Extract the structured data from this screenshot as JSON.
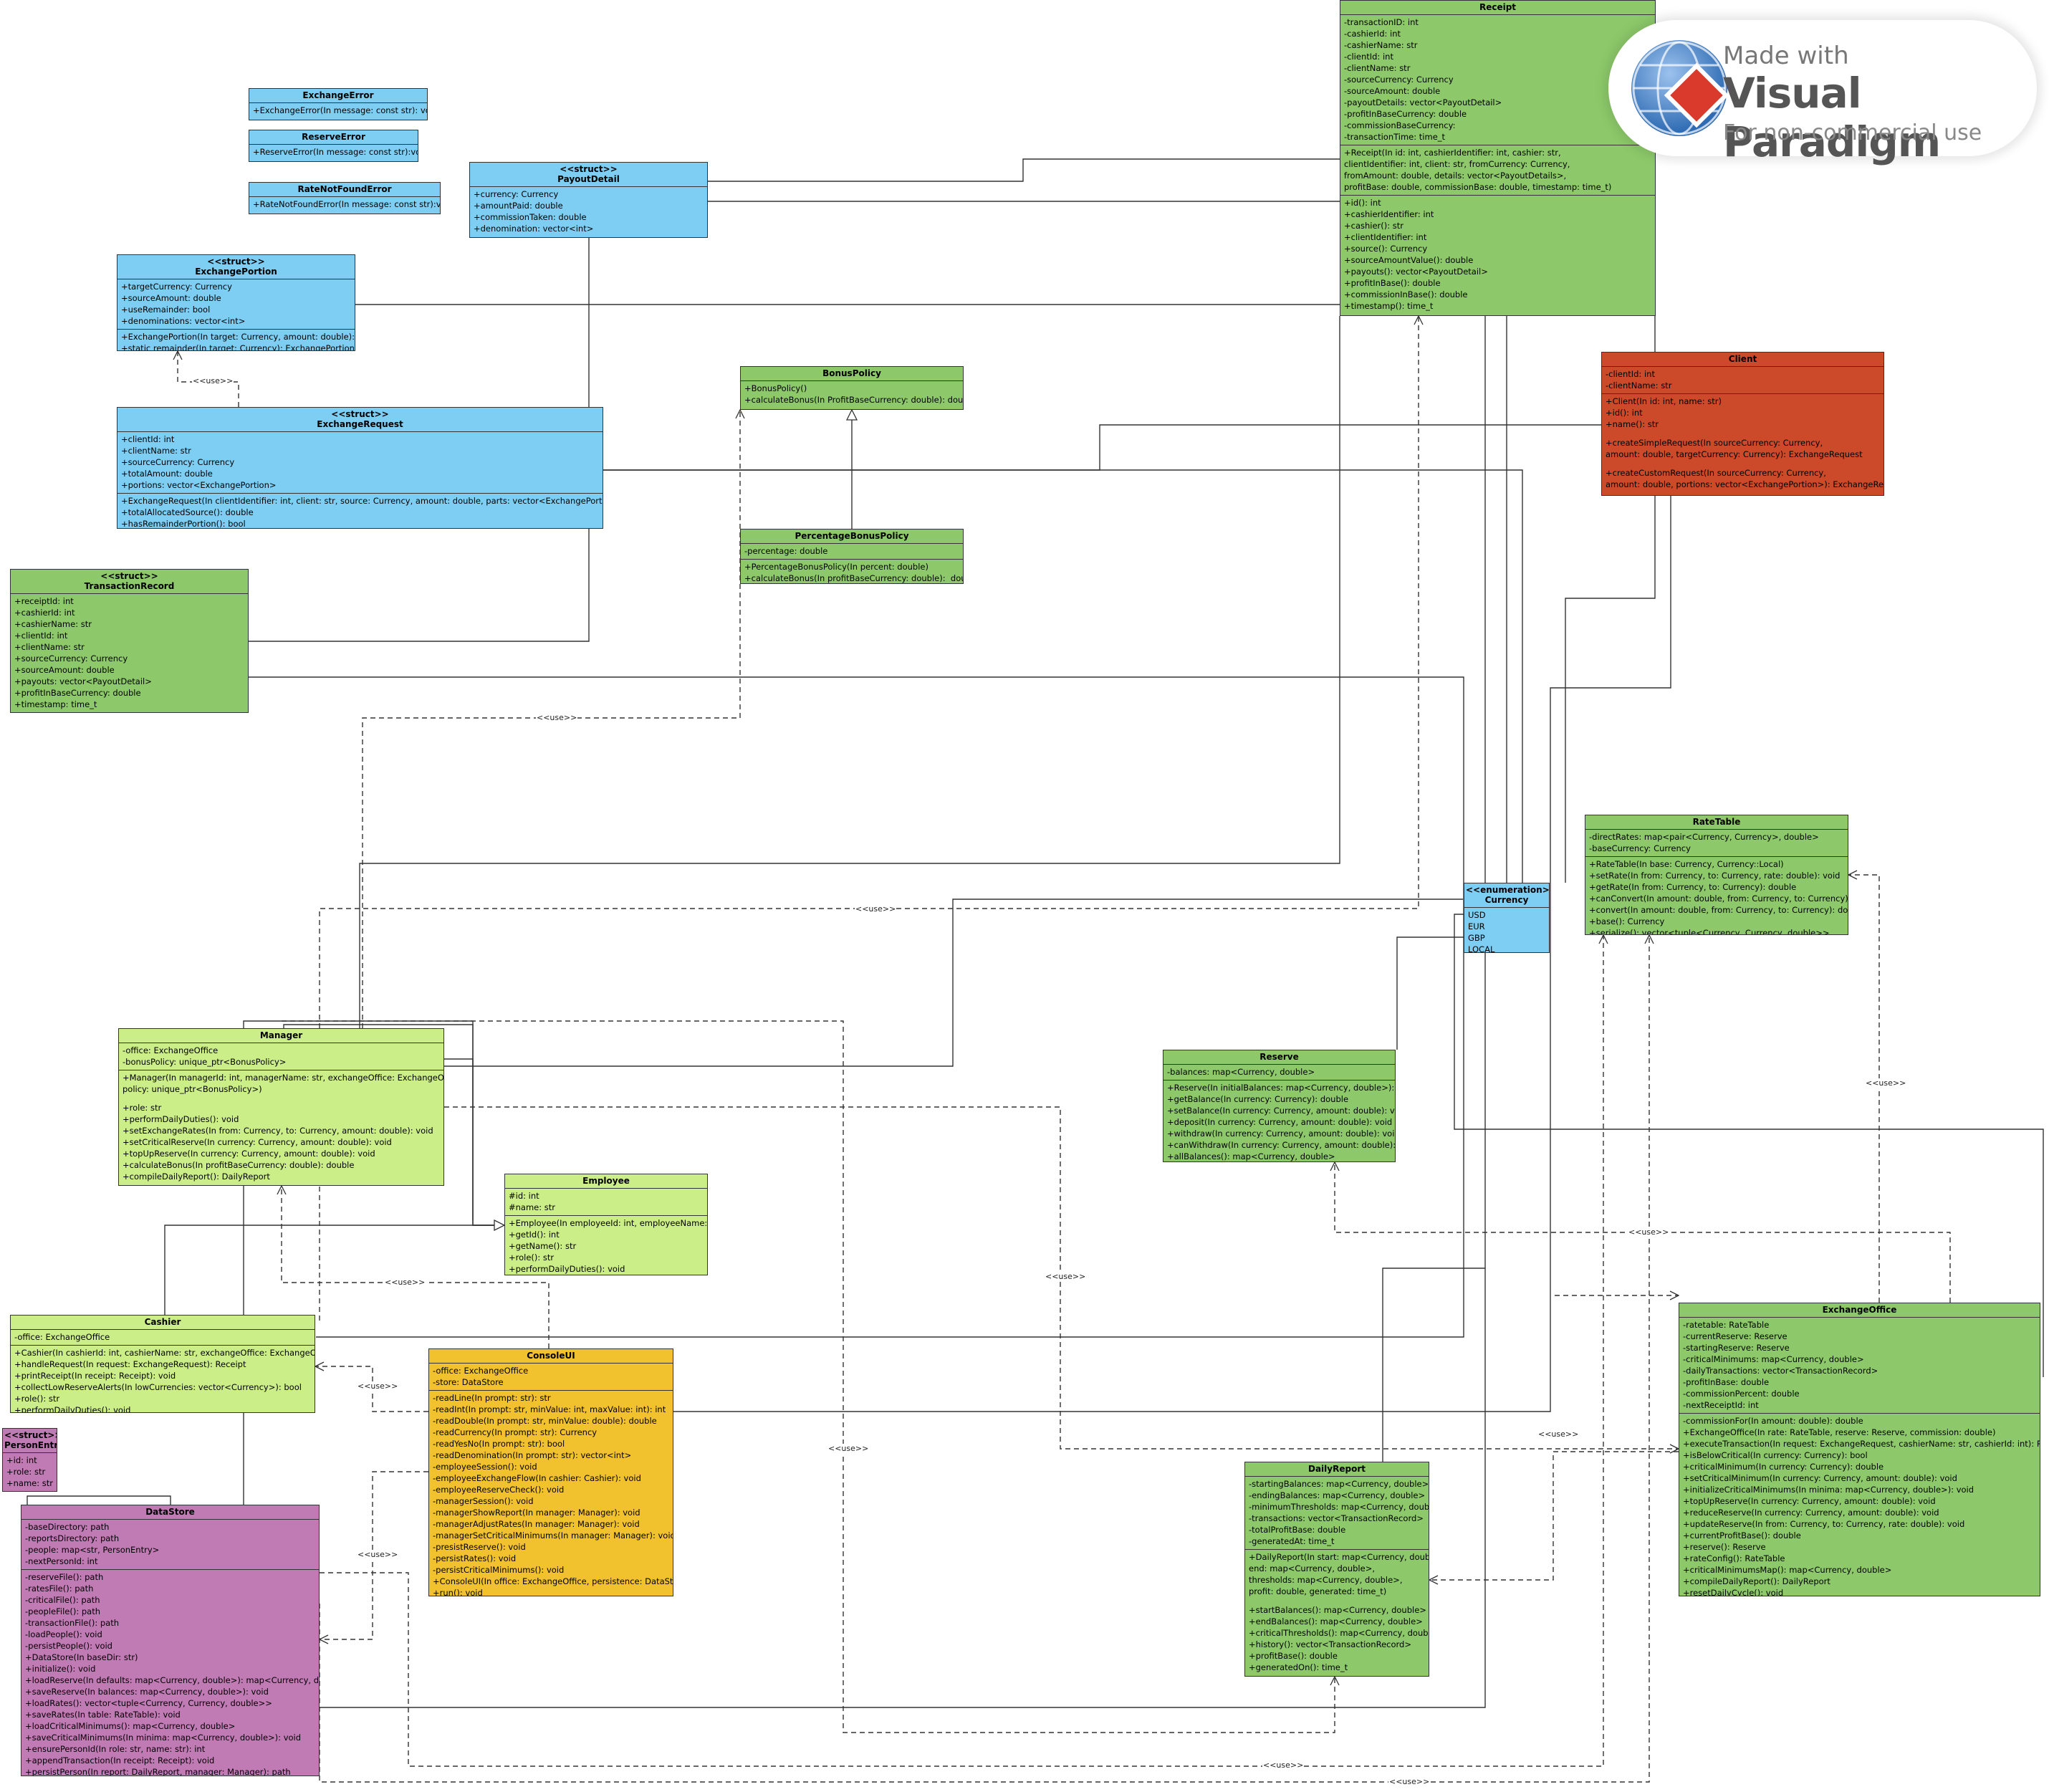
{
  "colors": {
    "blue": "#7ecef3",
    "green": "#8dc96a",
    "lightgreen": "#ccee88",
    "orange": "#cc4a2a",
    "yellow": "#f2c12e",
    "purple": "#c07ab4",
    "line": "#333333"
  },
  "edge_label": "<<use>>",
  "watermark": {
    "made_with": "Made with",
    "brand": "Visual Paradigm",
    "note": "For non-commercial use"
  },
  "classes": {
    "exchange_error": {
      "name": "ExchangeError",
      "sections": [
        [
          "+ExchangeError(In message: const str): void"
        ]
      ]
    },
    "reserve_error": {
      "name": "ReserveError",
      "sections": [
        [
          "+ReserveError(In message: const str):void"
        ]
      ]
    },
    "rate_not_found_error": {
      "name": "RateNotFoundError",
      "sections": [
        [
          "+RateNotFoundError(In message: const str):void"
        ]
      ]
    },
    "payout_detail": {
      "stereotype": "<<struct>>",
      "name": "PayoutDetail",
      "sections": [
        [
          "+currency: Currency",
          "+amountPaid: double",
          "+commissionTaken: double",
          "+denomination: vector<int>"
        ]
      ]
    },
    "exchange_portion": {
      "stereotype": "<<struct>>",
      "name": "ExchangePortion",
      "sections": [
        [
          "+targetCurrency: Currency",
          "+sourceAmount: double",
          "+useRemainder: bool",
          "+denominations: vector<int>"
        ],
        [
          "+ExchangePortion(In target: Currency, amount: double): void",
          "+static remainder(In target: Currency): ExchangePortion"
        ]
      ]
    },
    "exchange_request": {
      "stereotype": "<<struct>>",
      "name": "ExchangeRequest",
      "sections": [
        [
          "+clientId: int",
          "+clientName: str",
          "+sourceCurrency: Currency",
          "+totalAmount: double",
          "+portions: vector<ExchangePortion>"
        ],
        [
          "+ExchangeRequest(In clientIdentifier: int, client: str, source: Currency, amount: double, parts: vector<ExchangePortion>): void",
          "+totalAllocatedSource(): double",
          "+hasRemainderPortion(): bool"
        ]
      ]
    },
    "transaction_record": {
      "stereotype": "<<struct>>",
      "name": "TransactionRecord",
      "sections": [
        [
          "+receiptId: int",
          "+cashierId: int",
          "+cashierName: str",
          "+clientId: int",
          "+clientName: str",
          "+sourceCurrency: Currency",
          "+sourceAmount: double",
          "+payouts: vector<PayoutDetail>",
          "+profitInBaseCurrency: double",
          "+timestamp: time_t"
        ]
      ]
    },
    "bonus_policy": {
      "name": "BonusPolicy",
      "sections": [
        [
          "+BonusPolicy()",
          "+calculateBonus(In ProfitBaseCurrency: double): double"
        ]
      ]
    },
    "percentage_bonus_policy": {
      "name": "PercentageBonusPolicy",
      "sections": [
        [
          "-percentage: double"
        ],
        [
          "+PercentageBonusPolicy(In percent: double)",
          "+calculateBonus(In profitBaseCurrency: double):  double"
        ]
      ]
    },
    "receipt": {
      "name": "Receipt",
      "sections": [
        [
          "-transactionID: int",
          "-cashierId: int",
          "-cashierName: str",
          "-clientId: int",
          "-clientName: str",
          "-sourceCurrency: Currency",
          "-sourceAmount: double",
          "-payoutDetails: vector<PayoutDetail>",
          "-profitInBaseCurrency: double",
          "-commissionBaseCurrency:",
          "-transactionTime: time_t"
        ],
        [
          "+Receipt(In id: int, cashierIdentifier: int, cashier: str,",
          "clientIdentifier: int, client: str, fromCurrency: Currency,",
          "fromAmount: double, details: vector<PayoutDetails>,",
          "profitBase: double, commissionBase: double, timestamp: time_t)"
        ],
        [
          "+id(): int",
          "+cashierIdentifier: int",
          "+cashier(): str",
          "+clientIdentifier: int",
          "+source(): Currency",
          "+sourceAmountValue(): double",
          "+payouts(): vector<PayoutDetail>",
          "+profitInBase(): double",
          "+commissionInBase(): double",
          "+timestamp(): time_t"
        ]
      ]
    },
    "client": {
      "name": "Client",
      "sections": [
        [
          "-clientId: int",
          "-clientName: str"
        ],
        [
          "+Client(In id: int, name: str)",
          "+id(): int",
          "+name(): str",
          "",
          "+createSimpleRequest(In sourceCurrency: Currency,",
          "amount: double, targetCurrency: Currency): ExchangeRequest",
          "",
          "+createCustomRequest(In sourceCurrency: Currency,",
          "amount: double, portions: vector<ExchangePortion>): ExchangeRequest"
        ]
      ]
    },
    "rate_table": {
      "name": "RateTable",
      "sections": [
        [
          "-directRates: map<pair<Currency, Currency>, double>",
          "-baseCurrency: Currency"
        ],
        [
          "+RateTable(In base: Currency, Currency::Local)",
          "+setRate(In from: Currency, to: Currency, rate: double): void",
          "+getRate(In from: Currency, to: Currency): double",
          "+canConvert(In amount: double, from: Currency, to: Currency): bool",
          "+convert(In amount: double, from: Currency, to: Currency): double",
          "+base(): Currency",
          "+serialize(): vector<tuple<Currency, Currency, double>>"
        ]
      ]
    },
    "currency": {
      "stereotype": "<<enumeration>>",
      "name": "Currency",
      "sections": [
        [
          "USD",
          "EUR",
          "GBP",
          "LOCAL"
        ]
      ]
    },
    "reserve": {
      "name": "Reserve",
      "sections": [
        [
          "-balances: map<Currency, double>"
        ],
        [
          "+Reserve(In initialBalances: map<Currency, double>): void",
          "+getBalance(In currency: Currency): double",
          "+setBalance(In currency: Currency, amount: double): void",
          "+deposit(In currency: Currency, amount: double): void",
          "+withdraw(In currency: Currency, amount: double): void",
          "+canWithdraw(In currency: Currency, amount: double): bool",
          "+allBalances(): map<Currency, double>"
        ]
      ]
    },
    "manager": {
      "name": "Manager",
      "sections": [
        [
          "-office: ExchangeOffice",
          "-bonusPolicy: unique_ptr<BonusPolicy>"
        ],
        [
          "+Manager(In managerId: int, managerName: str, exchangeOffice: ExchangeOffice,",
          "policy: unique_ptr<BonusPolicy>)",
          "",
          "+role: str",
          "+performDailyDuties(): void",
          "+setExchangeRates(In from: Currency, to: Currency, amount: double): void",
          "+setCriticalReserve(In currency: Currency, amount: double): void",
          "+topUpReserve(In currency: Currency, amount: double): void",
          "+calculateBonus(In profitBaseCurrency: double): double",
          "+compileDailyReport(): DailyReport"
        ]
      ]
    },
    "employee": {
      "name": "Employee",
      "sections": [
        [
          "#id: int",
          "#name: str"
        ],
        [
          "+Employee(In employeeId: int, employeeName: str)",
          "+getId(): int",
          "+getName(): str",
          "+role(): str",
          "+performDailyDuties(): void"
        ]
      ]
    },
    "cashier": {
      "name": "Cashier",
      "sections": [
        [
          "-office: ExchangeOffice"
        ],
        [
          "+Cashier(In cashierId: int, cashierName: str, exchangeOffice: ExchangeOffice)",
          "+handleRequest(In request: ExchangeRequest): Receipt",
          "+printReceipt(In receipt: Receipt): void",
          "+collectLowReserveAlerts(In lowCurrencies: vector<Currency>): bool",
          "+role(): str",
          "+performDailyDuties(): void"
        ]
      ]
    },
    "console_ui": {
      "name": "ConsoleUI",
      "sections": [
        [
          "-office: ExchangeOffice",
          "-store: DataStore"
        ],
        [
          "-readLine(In prompt: str): str",
          "-readInt(In prompt: str, minValue: int, maxValue: int): int",
          "-readDouble(In prompt: str, minValue: double): double",
          "-readCurrency(In prompt: str): Currency",
          "-readYesNo(In prompt: str): bool",
          "-readDenomination(In prompt: str): vector<int>",
          "-employeeSession(): void",
          "-employeeExchangeFlow(In cashier: Cashier): void",
          "-employeeReserveCheck(): void",
          "-managerSession(): void",
          "-managerShowReport(In manager: Manager): void",
          "-managerAdjustRates(In manager: Manager): void",
          "-managerSetCriticalMinimums(In manager: Manager): void",
          "-presistReserve(): void",
          "-persistRates(): void",
          "-persistCriticalMinimums(): void",
          "+ConsoleUI(In office: ExchangeOffice, persistence: DataStore)",
          "+run(): void"
        ]
      ]
    },
    "person_entry": {
      "stereotype": "<<struct>>",
      "name": "PersonEntry",
      "sections": [
        [
          "+id: int",
          "+role: str",
          "+name: str"
        ]
      ]
    },
    "data_store": {
      "name": "DataStore",
      "sections": [
        [
          "-baseDirectory: path",
          "-reportsDirectory: path",
          "-people: map<str, PersonEntry>",
          "-nextPersonId: int"
        ],
        [
          "-reserveFile(): path",
          "-ratesFile(): path",
          "-criticalFile(): path",
          "-peopleFile(): path",
          "-transactionFile(): path",
          "-loadPeople(): void",
          "-persistPeople(): void",
          "+DataStore(In baseDir: str)",
          "+initialize(): void",
          "+loadReserve(In defaults: map<Currency, double>): map<Currency, double>",
          "+saveReserve(In balances: map<Currency, double>): void",
          "+loadRates(): vector<tuple<Currency, Currency, double>>",
          "+saveRates(In table: RateTable): void",
          "+loadCriticalMinimums(): map<Currency, double>",
          "+saveCriticalMinimums(In minima: map<Currency, double>): void",
          "+ensurePersonId(In role: str, name: str): int",
          "+appendTransaction(In receipt: Receipt): void",
          "+persistPerson(In report: DailyReport, manager: Manager): path"
        ]
      ]
    },
    "daily_report": {
      "name": "DailyReport",
      "sections": [
        [
          "-startingBalances: map<Currency, double>",
          "-endingBalances: map<Currency, double>",
          "-minimumThresholds: map<Currency, double>",
          "-transactions: vector<TransactionRecord>",
          "-totalProfitBase: double",
          "-generatedAt: time_t"
        ],
        [
          "+DailyReport(In start: map<Currency, double>,",
          "end: map<Currency, double>,",
          "thresholds: map<Currency, double>,",
          "profit: double, generated: time_t)",
          "",
          "+startBalances(): map<Currency, double>",
          "+endBalances(): map<Currency, double>",
          "+criticalThresholds(): map<Currency, double>",
          "+history(): vector<TransactionRecord>",
          "+profitBase(): double",
          "+generatedOn(): time_t"
        ]
      ]
    },
    "exchange_office": {
      "name": "ExchangeOffice",
      "sections": [
        [
          "-ratetable: RateTable",
          "-currentReserve: Reserve",
          "-startingReserve: Reserve",
          "-criticalMinimums: map<Currency, double>",
          "-dailyTransactions: vector<TransactionRecord>",
          "-profitInBase: double",
          "-commissionPercent: double",
          "-nextReceiptId: int"
        ],
        [
          "-commissionFor(In amount: double): double",
          "+ExchangeOffice(In rate: RateTable, reserve: Reserve, commission: double)",
          "+executeTransaction(In request: ExchangeRequest, cashierName: str, cashierId: int): Receipt",
          "+isBelowCritical(In currency: Currency): bool",
          "+criticalMinimum(In currency: Currency): double",
          "+setCriticalMinimum(In currency: Currency, amount: double): void",
          "+initializeCriticalMinimums(In minima: map<Currency, double>): void",
          "+topUpReserve(In currency: Currency, amount: double): void",
          "+reduceReserve(In currency: Currency, amount: double): void",
          "+updateReserve(In from: Currency, to: Currency, rate: double): void",
          "+currentProfitBase(): double",
          "+reserve(): Reserve",
          "+rateConfig(): RateTable",
          "+criticalMinimumsMap(): map<Currency, double>",
          "+compileDailyReport(): DailyReport",
          "+resetDailyCycle(): void"
        ]
      ]
    }
  }
}
